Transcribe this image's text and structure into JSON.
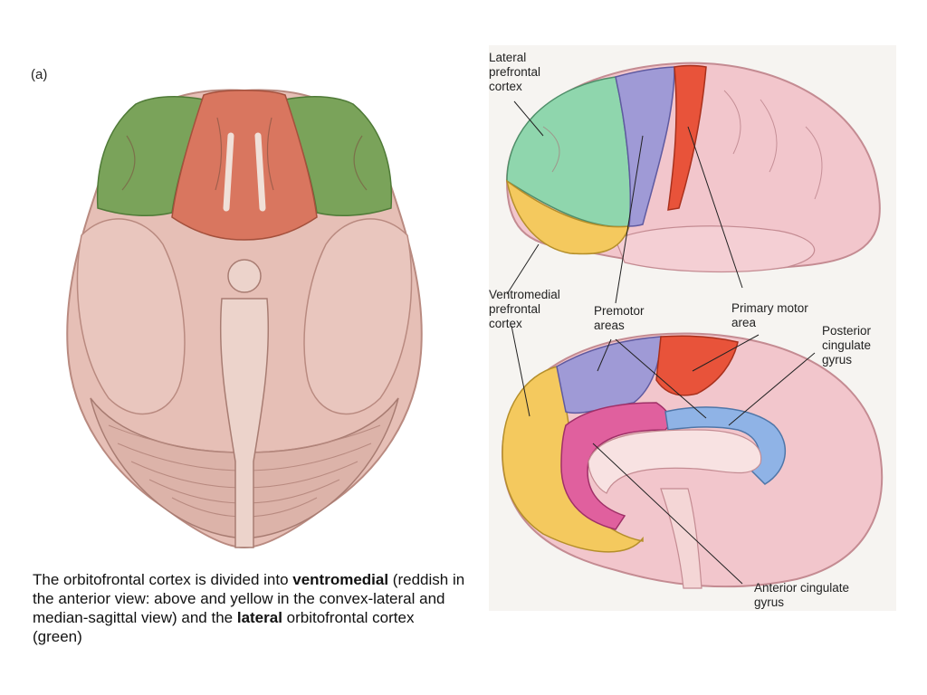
{
  "panel_label": "(a)",
  "labels": {
    "lateral_prefrontal": [
      "Lateral",
      "prefrontal",
      "cortex"
    ],
    "ventromedial_prefrontal": [
      "Ventromedial",
      "prefrontal",
      "cortex"
    ],
    "premotor": [
      "Premotor",
      "areas"
    ],
    "primary_motor": [
      "Primary motor",
      "area"
    ],
    "posterior_cingulate": [
      "Posterior",
      "cingulate",
      "gyrus"
    ],
    "anterior_cingulate": [
      "Anterior cingulate",
      "gyrus"
    ]
  },
  "caption": {
    "part1": "The orbitofrontal cortex is divided into ",
    "bold1": "ventromedial",
    "part2": " (reddish in the anterior view: above and yellow in the convex-lateral and median-sagittal view) and the ",
    "bold2": "lateral",
    "part3": " orbitofrontal cortex (green)"
  },
  "colors": {
    "lateral_orbitofrontal": "#7aa35a",
    "ventromedial_orbitofrontal": "#d9765f",
    "brain_base": "#e6bfb6",
    "lateral_prefrontal": "#8fd6ad",
    "premotor": "#9f9ad6",
    "primary_motor": "#e8533a",
    "ventromedial_yellow": "#f4c95e",
    "anterior_cingulate": "#e0609e",
    "posterior_cingulate": "#8fb3e6",
    "cortex_pink": "#f2c6cc"
  }
}
